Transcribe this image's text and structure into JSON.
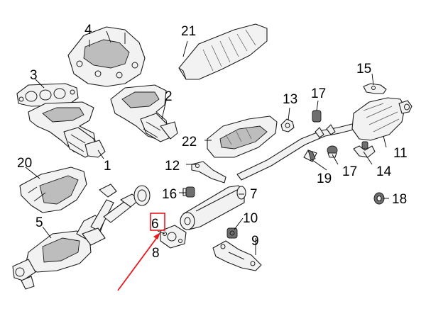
{
  "callouts": [
    {
      "id": "1",
      "label": "1"
    },
    {
      "id": "2",
      "label": "2"
    },
    {
      "id": "3",
      "label": "3"
    },
    {
      "id": "4",
      "label": "4"
    },
    {
      "id": "5",
      "label": "5"
    },
    {
      "id": "6",
      "label": "6"
    },
    {
      "id": "7",
      "label": "7"
    },
    {
      "id": "8",
      "label": "8"
    },
    {
      "id": "9",
      "label": "9"
    },
    {
      "id": "10",
      "label": "10"
    },
    {
      "id": "11",
      "label": "11"
    },
    {
      "id": "12",
      "label": "12"
    },
    {
      "id": "13",
      "label": "13"
    },
    {
      "id": "14",
      "label": "14"
    },
    {
      "id": "15",
      "label": "15"
    },
    {
      "id": "16",
      "label": "16"
    },
    {
      "id": "17a",
      "label": "17"
    },
    {
      "id": "17b",
      "label": "17"
    },
    {
      "id": "18",
      "label": "18"
    },
    {
      "id": "19",
      "label": "19"
    },
    {
      "id": "20",
      "label": "20"
    },
    {
      "id": "21",
      "label": "21"
    },
    {
      "id": "22",
      "label": "22"
    }
  ],
  "highlight": {
    "target": "6",
    "box_color": "#e8191e",
    "arrow_color": "#e8191e"
  }
}
